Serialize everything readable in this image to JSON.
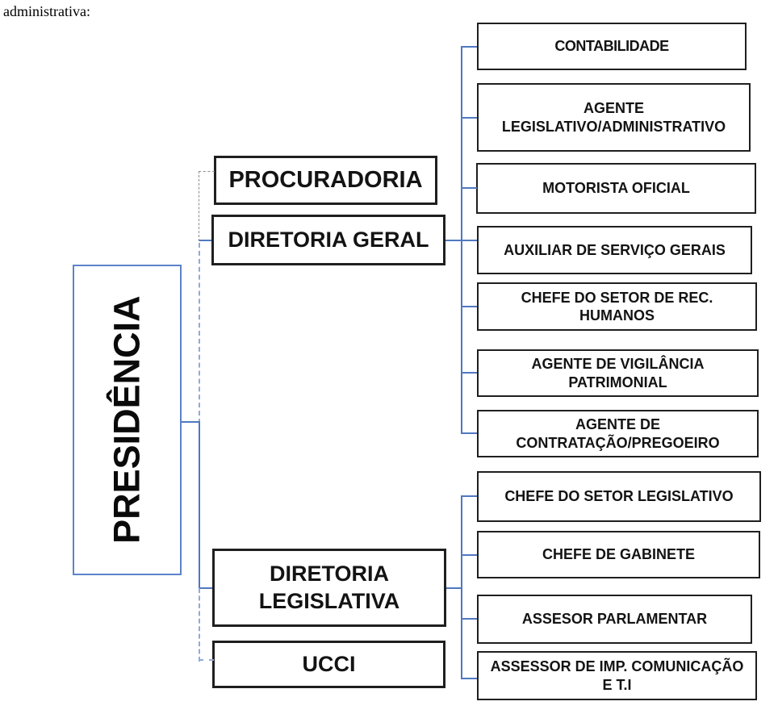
{
  "intro_text": "administrativa:",
  "colors": {
    "line_blue": "#4f78c0",
    "line_light_blue": "#8faadc",
    "line_gray": "#8c8c8c",
    "box_border": "#1f1f1f",
    "root_border": "#5b83c9"
  },
  "org_chart": {
    "root": {
      "label": "PRESIDÊNCIA"
    },
    "branches": [
      {
        "label": "PROCURADORIA",
        "link_style": "dashed-gray"
      },
      {
        "label": "DIRETORIA GERAL",
        "link_style": "solid-blue",
        "children": [
          "CONTABILIDADE",
          "AGENTE\nLEGISLATIVO/ADMINISTRATIVO",
          "MOTORISTA OFICIAL",
          "AUXILIAR DE SERVIÇO GERAIS",
          "CHEFE DO SETOR DE REC.\nHUMANOS",
          "AGENTE DE VIGILÂNCIA\nPATRIMONIAL",
          "AGENTE DE\nCONTRATAÇÃO/PREGOEIRO"
        ]
      },
      {
        "label": "DIRETORIA\nLEGISLATIVA",
        "link_style": "solid-blue",
        "children": [
          "CHEFE DO SETOR LEGISLATIVO",
          "CHEFE DE GABINETE",
          "ASSESOR PARLAMENTAR",
          "ASSESSOR DE IMP. COMUNICAÇÃO\nE T.I"
        ]
      },
      {
        "label": "UCCI",
        "link_style": "dashed-light-blue"
      }
    ]
  }
}
